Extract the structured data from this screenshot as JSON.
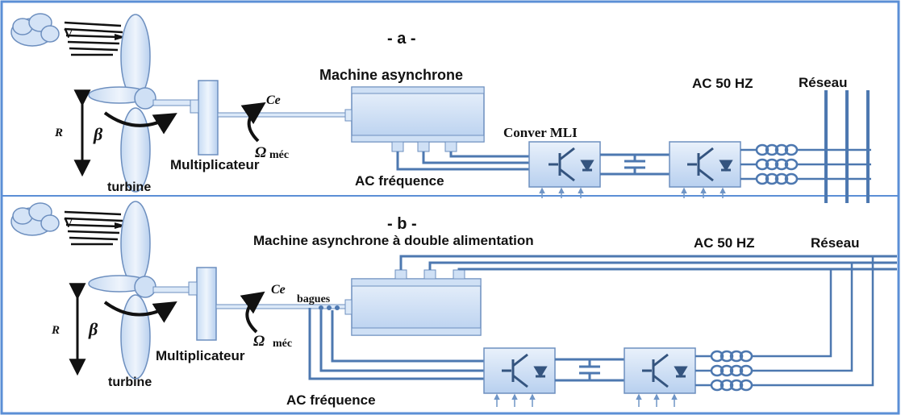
{
  "colors": {
    "frame": "#5b8fd6",
    "line": "#4d78b0",
    "fill_light": "#dce9f8",
    "fill_mid": "#b6cfee",
    "dark": "#111111"
  },
  "panel_a": {
    "tag": "- a -",
    "wind": "V",
    "machine": "Machine asynchrone",
    "grid_freq": "AC 50 HZ",
    "grid": "Réseau",
    "converter": "Conver  MLI",
    "torque": "Ce",
    "omega": "Ω",
    "omega_sub": "méc",
    "radius": "R",
    "pitch": "β",
    "gearbox": "Multiplicateur",
    "turbine": "turbine",
    "ac_freq": "AC fréquence"
  },
  "panel_b": {
    "tag": "- b -",
    "wind": "V",
    "machine": "Machine asynchrone à double alimentation",
    "grid_freq": "AC 50 HZ",
    "grid": "Réseau",
    "torque": "Ce",
    "rings": "bagues",
    "omega": "Ω",
    "omega_sub": "méc",
    "radius": "R",
    "pitch": "β",
    "gearbox": "Multiplicateur",
    "turbine": "turbine",
    "ac_freq": "AC fréquence"
  }
}
